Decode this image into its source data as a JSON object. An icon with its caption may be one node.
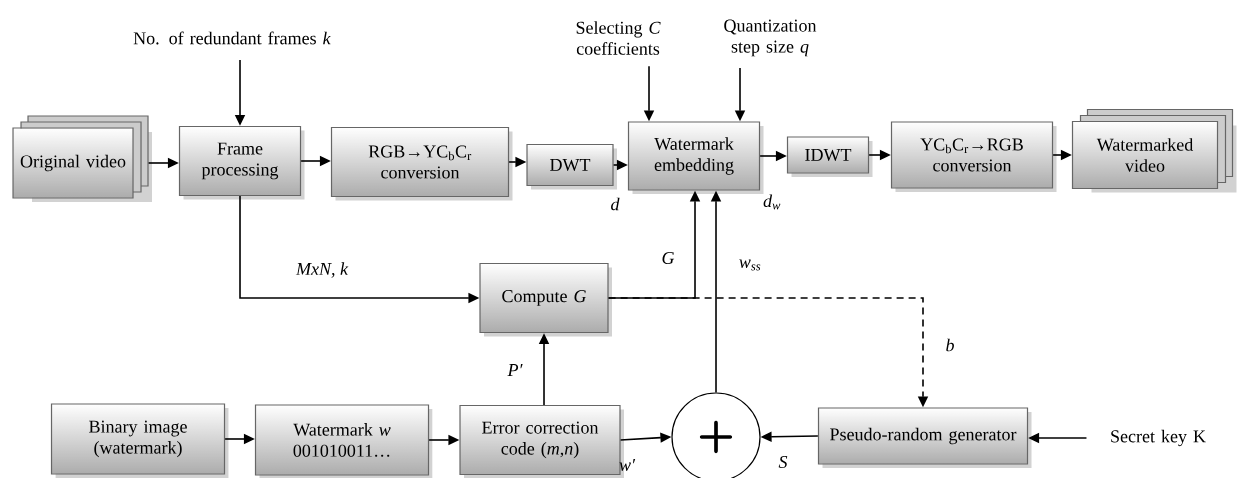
{
  "diagram": {
    "nodes": [
      {
        "text": [
          "No. of redundant frames *k*"
        ]
      },
      {
        "text": [
          "Selecting *C* coefficients"
        ]
      },
      {
        "text": [
          "Quantization step size *q*"
        ]
      },
      {
        "text": [
          "Original video"
        ]
      },
      {
        "text": [
          "Frame processing"
        ]
      },
      {
        "text": [
          "RGB→YC$_{b}$C$_{r}$ conversion"
        ]
      },
      {
        "text": [
          "DWT"
        ]
      },
      {
        "text": [
          "Watermark embedding"
        ]
      },
      {
        "text": [
          "IDWT"
        ]
      },
      {
        "text": [
          "YC$_{b}$C$_{r}$→RGB conversion"
        ]
      },
      {
        "text": [
          "Watermarked video"
        ]
      },
      {
        "text": [
          "Compute *G*"
        ]
      },
      {
        "text": [
          "Binary image (watermark)"
        ]
      },
      {
        "text": [
          "Watermark *w* 001010011…"
        ]
      },
      {
        "text": [
          "Error correction code (*m*,*n*)"
        ]
      },
      {
        "text": [
          "+"
        ]
      },
      {
        "text": [
          "Pseudo-random generator"
        ]
      },
      {
        "text": [
          "Secret key K"
        ]
      }
    ],
    "edges": [
      {
        "from": 0,
        "to": 4,
        "arrow": "to"
      },
      {
        "from": 1,
        "to": 7,
        "arrow": "to"
      },
      {
        "from": 2,
        "to": 7,
        "arrow": "to"
      },
      {
        "from": 3,
        "to": 4,
        "arrow": "to"
      },
      {
        "from": 4,
        "to": 5,
        "arrow": "to"
      },
      {
        "from": 5,
        "to": 6,
        "arrow": "to"
      },
      {
        "from": 6,
        "to": 7,
        "arrow": "to",
        "label": "d"
      },
      {
        "from": 7,
        "to": 8,
        "arrow": "to",
        "label": "d$_{w}$"
      },
      {
        "from": 8,
        "to": 9,
        "arrow": "to"
      },
      {
        "from": 9,
        "to": 10,
        "arrow": "to"
      },
      {
        "from": 4,
        "to": 11,
        "arrow": "to",
        "label": "MxN, k"
      },
      {
        "from": 11,
        "to": 7,
        "arrow": "to",
        "label": "G"
      },
      {
        "from": 11,
        "to": 16,
        "arrow": "to",
        "label": "b",
        "style": "dashed"
      },
      {
        "from": 14,
        "to": 11,
        "arrow": "to",
        "label": "P′"
      },
      {
        "from": 12,
        "to": 13,
        "arrow": "to"
      },
      {
        "from": 13,
        "to": 14,
        "arrow": "to"
      },
      {
        "from": 14,
        "to": 15,
        "arrow": "to",
        "label": "w′"
      },
      {
        "from": 16,
        "to": 15,
        "arrow": "to",
        "label": "S"
      },
      {
        "from": 15,
        "to": 7,
        "arrow": "to",
        "label": "w$_{ss}$"
      },
      {
        "from": 17,
        "to": 16,
        "arrow": "to"
      }
    ]
  }
}
